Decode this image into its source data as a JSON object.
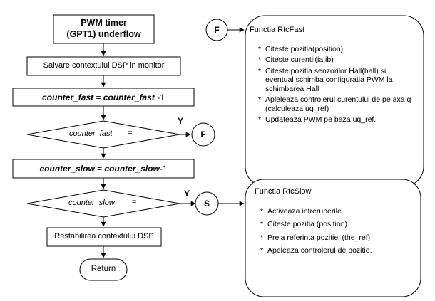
{
  "flow": {
    "start_line1": "PWM timer",
    "start_line2": "(GPT1) underflow",
    "save_context": "Salvare contextului DSP in monitor",
    "dec_fast": "counter_fast = counter_fast -1",
    "dec_fast_var1": "counter_fast",
    "dec_fast_eq": " = ",
    "dec_fast_var2": "counter_fast",
    "dec_fast_tail": " -1",
    "cond_fast_var": "counter_fast",
    "cond_fast_op": "=",
    "yes_fast": "Y",
    "connector_fast": "F",
    "dec_slow_var1": "counter_slow",
    "dec_slow_eq": " = ",
    "dec_slow_var2": "counter_slow",
    "dec_slow_tail": "-1",
    "cond_slow_var": "counter_slow",
    "cond_slow_op": "=",
    "yes_slow": "Y",
    "connector_slow": "S",
    "restore_context": "Restabilirea contextului DSP",
    "return": "Return"
  },
  "fast_note": {
    "connector": "F",
    "title": "Functia RtcFast",
    "items": [
      "Citeste pozitia(position)",
      "Citeste curentii(ia,ib)",
      "Citeste pozitia senzorilor Hall(hall) si eventual schimba configuratia PWM la schimbarea Hall",
      "Apleleaza controlerul curentului de pe axa q (calculeaza uq_ref)",
      "Updateaza PWM pe baza uq_ref."
    ]
  },
  "slow_note": {
    "title": "Functia RtcSlow",
    "items": [
      "Activeaza intreruperile",
      "Citeste pozitia (position)",
      "Preia referinta pozitiei (the_ref)",
      "Apeleaza controlerul de pozitie."
    ]
  }
}
